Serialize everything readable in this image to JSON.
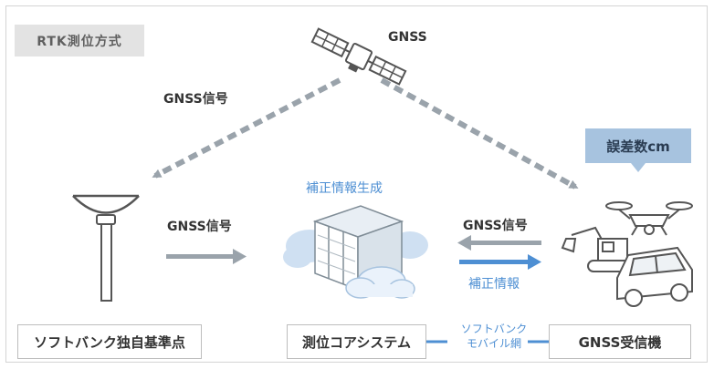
{
  "title": "RTK測位方式",
  "labels": {
    "satellite": "GNSS",
    "signal_left": "GNSS信号",
    "signal_middle": "GNSS信号",
    "signal_right": "GNSS信号",
    "correction_generation": "補正情報生成",
    "correction_info": "補正情報",
    "error": "誤差数cm",
    "network_line1": "ソフトバンク",
    "network_line2": "モバイル網"
  },
  "boxes": {
    "base_station": "ソフトバンク独自基準点",
    "core_system": "測位コアシステム",
    "receiver": "GNSS受信機"
  },
  "colors": {
    "gray_arrow": "#9aa3ab",
    "blue_arrow": "#4e8fd3",
    "callout": "#a7c3df",
    "cloud": "#cfe0f2"
  },
  "icons": [
    "satellite-icon",
    "base-station-icon",
    "server-cloud-icon",
    "drone-icon",
    "excavator-icon",
    "car-icon"
  ]
}
